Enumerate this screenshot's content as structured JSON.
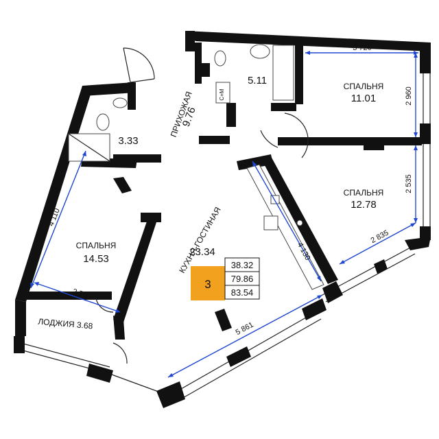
{
  "rooms": {
    "hallway": {
      "name": "ПРИХОЖАЯ",
      "area": "9.76"
    },
    "bathroom_small": {
      "area": "3.33"
    },
    "bathroom_main": {
      "area": "5.11",
      "closet_label": "С+М"
    },
    "bedroom_top": {
      "name": "СПАЛЬНЯ",
      "area": "11.01"
    },
    "bedroom_right": {
      "name": "СПАЛЬНЯ",
      "area": "12.78"
    },
    "bedroom_left": {
      "name": "СПАЛЬНЯ",
      "area": "14.53"
    },
    "kitchen": {
      "name": "КУХНЯ-ГОСТИНАЯ",
      "area": "23.34"
    },
    "loggia": {
      "label": "ЛОДЖИЯ 3.68"
    }
  },
  "dimensions": {
    "top_width": "3 720",
    "top_height": "2 960",
    "right_height": "2 535",
    "right_width": "2 835",
    "kitchen_depth": "4 130",
    "bottom_diag": "5 861",
    "left_height": "4 110",
    "left_width": "2 780"
  },
  "summary": {
    "rooms_count": "3",
    "living_area": "38.32",
    "total_area": "79.86",
    "total_with_loggia": "83.54",
    "accent_color": "#f2a11f"
  }
}
